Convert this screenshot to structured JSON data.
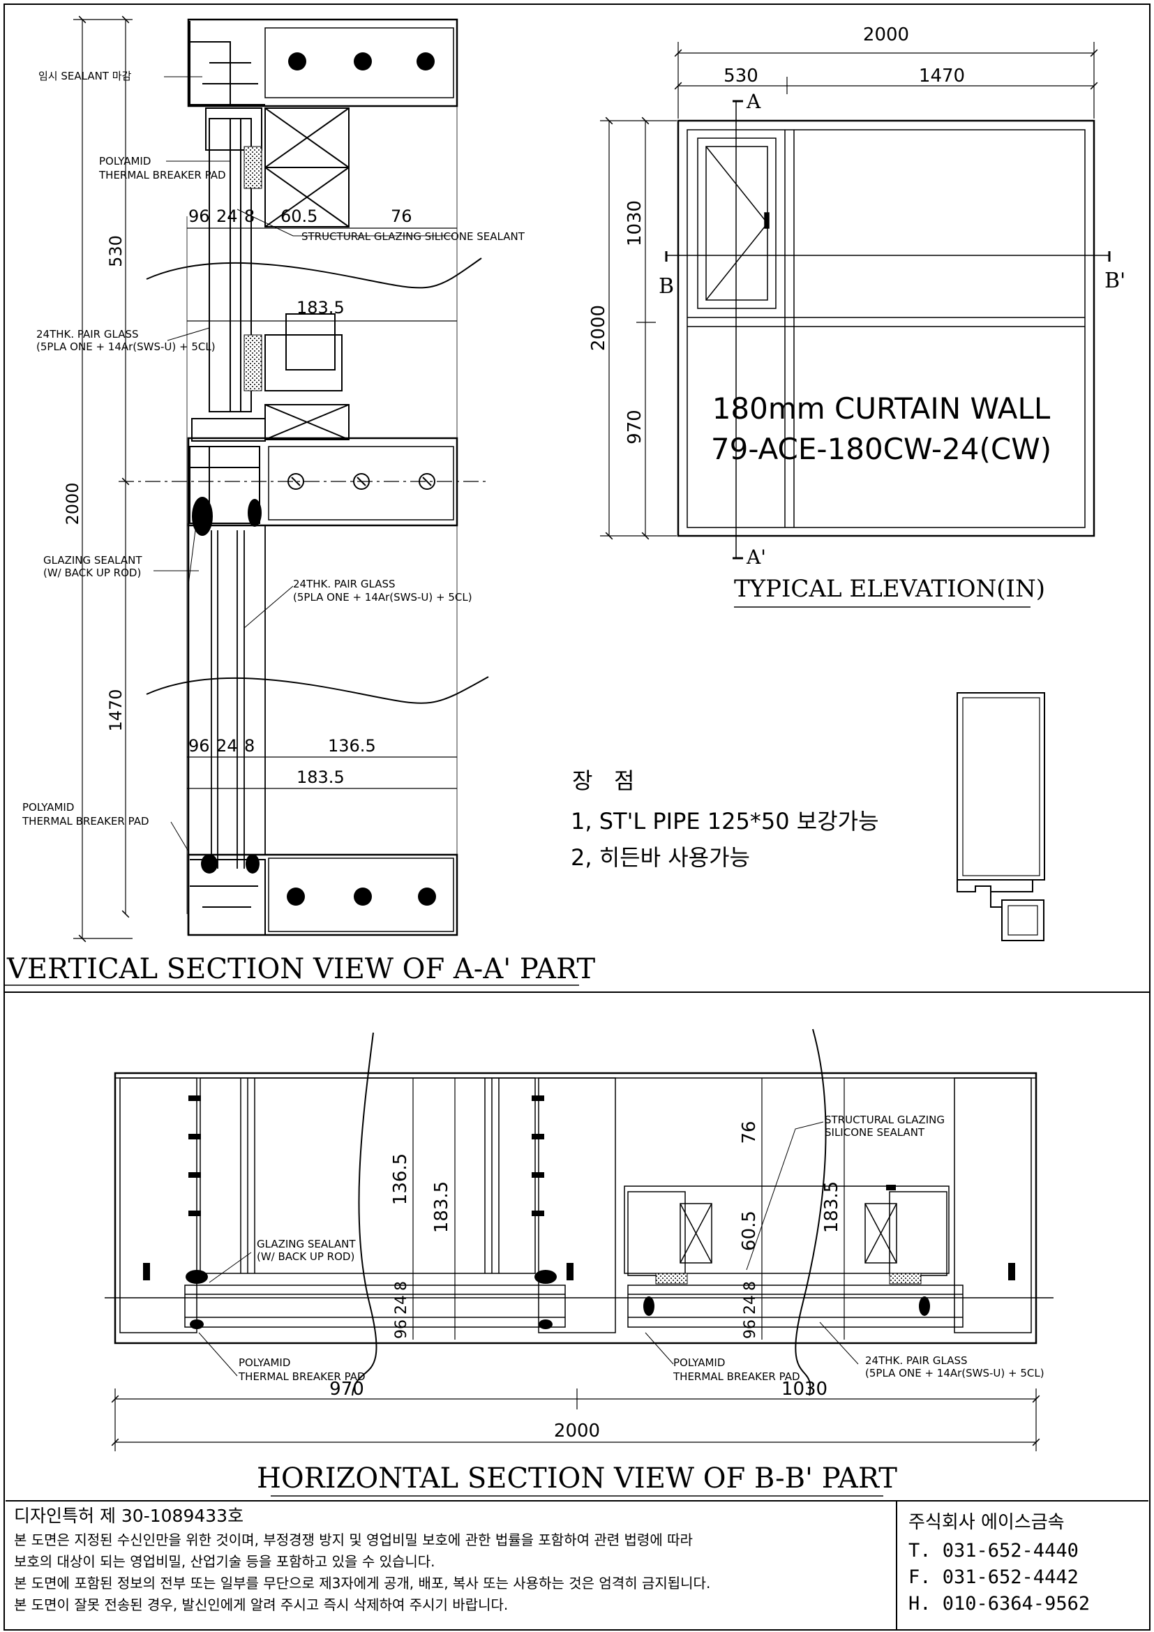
{
  "vertical_section": {
    "title": "VERTICAL SECTION VIEW OF A-A' PART",
    "dims": {
      "d2000": "2000",
      "d530": "530",
      "d1470": "1470",
      "d96": "96",
      "d24": "24",
      "d8": "8",
      "d60_5": "60.5",
      "d76": "76",
      "d183_5": "183.5",
      "d136_5": "136.5"
    },
    "labels": {
      "temp_sealant": "임시 SEALANT 마감",
      "polyamid_1": "POLYAMID",
      "thermal_pad_1": "THERMAL BREAKER PAD",
      "structural_sealant": "STRUCTURAL GLAZING SILICONE SEALANT",
      "pair_glass_1": "24THK. PAIR GLASS",
      "pair_glass_1_spec": "(5PLA ONE + 14Ar(SWS-U) + 5CL)",
      "glazing_sealant": "GLAZING SEALANT",
      "backup_rod": "(W/ BACK UP ROD)",
      "pair_glass_2": "24THK. PAIR GLASS",
      "pair_glass_2_spec": "(5PLA ONE + 14Ar(SWS-U) + 5CL)",
      "polyamid_2": "POLYAMID",
      "thermal_pad_2": "THERMAL BREAKER PAD"
    }
  },
  "elevation": {
    "title": "TYPICAL ELEVATION(IN)",
    "width_total": "2000",
    "width_left": "530",
    "width_right": "1470",
    "height_total": "2000",
    "height_top": "1030",
    "height_bottom": "970",
    "mark_a": "A",
    "mark_a_prime": "A'",
    "mark_b": "B",
    "mark_b_prime": "B'",
    "product_name": "180mm CURTAIN WALL",
    "product_code": "79-ACE-180CW-24(CW)"
  },
  "advantages": {
    "heading": "장   점",
    "items": [
      "1, ST'L PIPE 125*50 보강가능",
      "2, 히든바 사용가능"
    ]
  },
  "horizontal_section": {
    "title": "HORIZONTAL SECTION VIEW OF B-B' PART",
    "dims": {
      "d136_5": "136.5",
      "d183_5_left": "183.5",
      "d8_left": "8",
      "d24_left": "24",
      "d96_left": "96",
      "d76": "76",
      "d60_5": "60.5",
      "d183_5_right": "183.5",
      "d8_right": "8",
      "d24_right": "24",
      "d96_right": "96",
      "d970": "970",
      "d1030": "1030",
      "d2000": "2000"
    },
    "labels": {
      "glazing_sealant": "GLAZING SEALANT",
      "backup_rod": "(W/ BACK UP ROD)",
      "structural_1": "STRUCTURAL GLAZING",
      "structural_2": "SILICONE SEALANT",
      "polyamid_1": "POLYAMID",
      "thermal_pad_1": "THERMAL BREAKER PAD",
      "polyamid_2": "POLYAMID",
      "thermal_pad_2": "THERMAL BREAKER PAD",
      "pair_glass": "24THK. PAIR GLASS",
      "pair_glass_spec": "(5PLA ONE + 14Ar(SWS-U) + 5CL)"
    }
  },
  "footer": {
    "patent": "디자인특허 제 30-1089433호",
    "notice_lines": [
      "본 도면은 지정된 수신인만을 위한 것이며, 부정경쟁 방지 및 영업비밀 보호에 관한 법률을 포함하여 관련 법령에 따라",
      "보호의 대상이 되는 영업비밀, 산업기술 등을 포함하고 있을 수 있습니다.",
      "본 도면에 포함된 정보의 전부 또는 일부를 무단으로 제3자에게 공개, 배포, 복사 또는 사용하는 것은 엄격히 금지됩니다.",
      "본 도면이 잘못 전송된 경우, 발신인에게 알려 주시고 즉시 삭제하여 주시기 바랍니다."
    ],
    "company": "주식회사 에이스금속",
    "tel": "T. 031-652-4440",
    "fax": "F. 031-652-4442",
    "mobile": "H. 010-6364-9562"
  }
}
